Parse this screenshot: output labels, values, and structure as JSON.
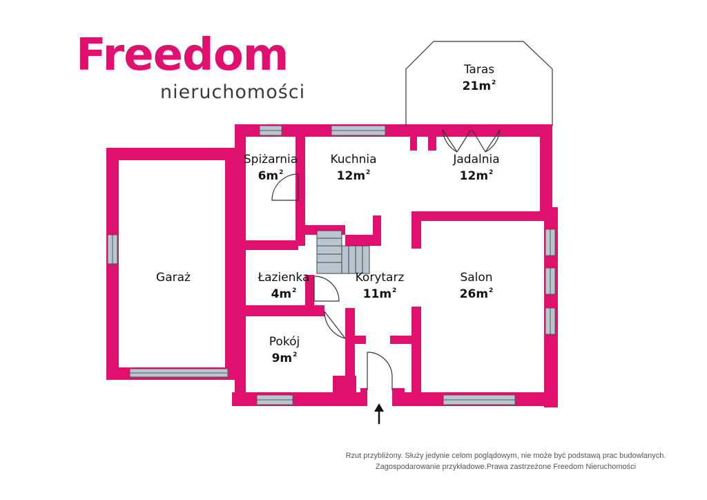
{
  "logo": {
    "brand": "Freedom",
    "sub": "nieruchomości"
  },
  "colors": {
    "wall": "#e0106e",
    "window": "#b9c6cf",
    "stairs": "#b9c6cf",
    "text": "#111111"
  },
  "area_suffix": "m",
  "area_superscript": "2",
  "rooms": [
    {
      "id": "taras",
      "name": "Taras",
      "area": "21"
    },
    {
      "id": "spizarnia",
      "name": "Spiżarnia",
      "area": "6"
    },
    {
      "id": "kuchnia",
      "name": "Kuchnia",
      "area": "12"
    },
    {
      "id": "jadalnia",
      "name": "Jadalnia",
      "area": "12"
    },
    {
      "id": "garaz",
      "name": "Garaż",
      "area": ""
    },
    {
      "id": "lazienka",
      "name": "Łazienka",
      "area": "4"
    },
    {
      "id": "korytarz",
      "name": "Korytarz",
      "area": "11"
    },
    {
      "id": "salon",
      "name": "Salon",
      "area": "26"
    },
    {
      "id": "pokoj",
      "name": "Pokój",
      "area": "9"
    }
  ],
  "entrance_icon": "arrow-up-icon",
  "disclaimer": {
    "line1": "Rzut przybliżony. Służy jedynie celom poglądowym, nie może być podstawą prac budowlanych.",
    "line2": "Zagospodarowanie przykładowe.Prawa zastrzeżone Freedom Nieruchomości"
  }
}
